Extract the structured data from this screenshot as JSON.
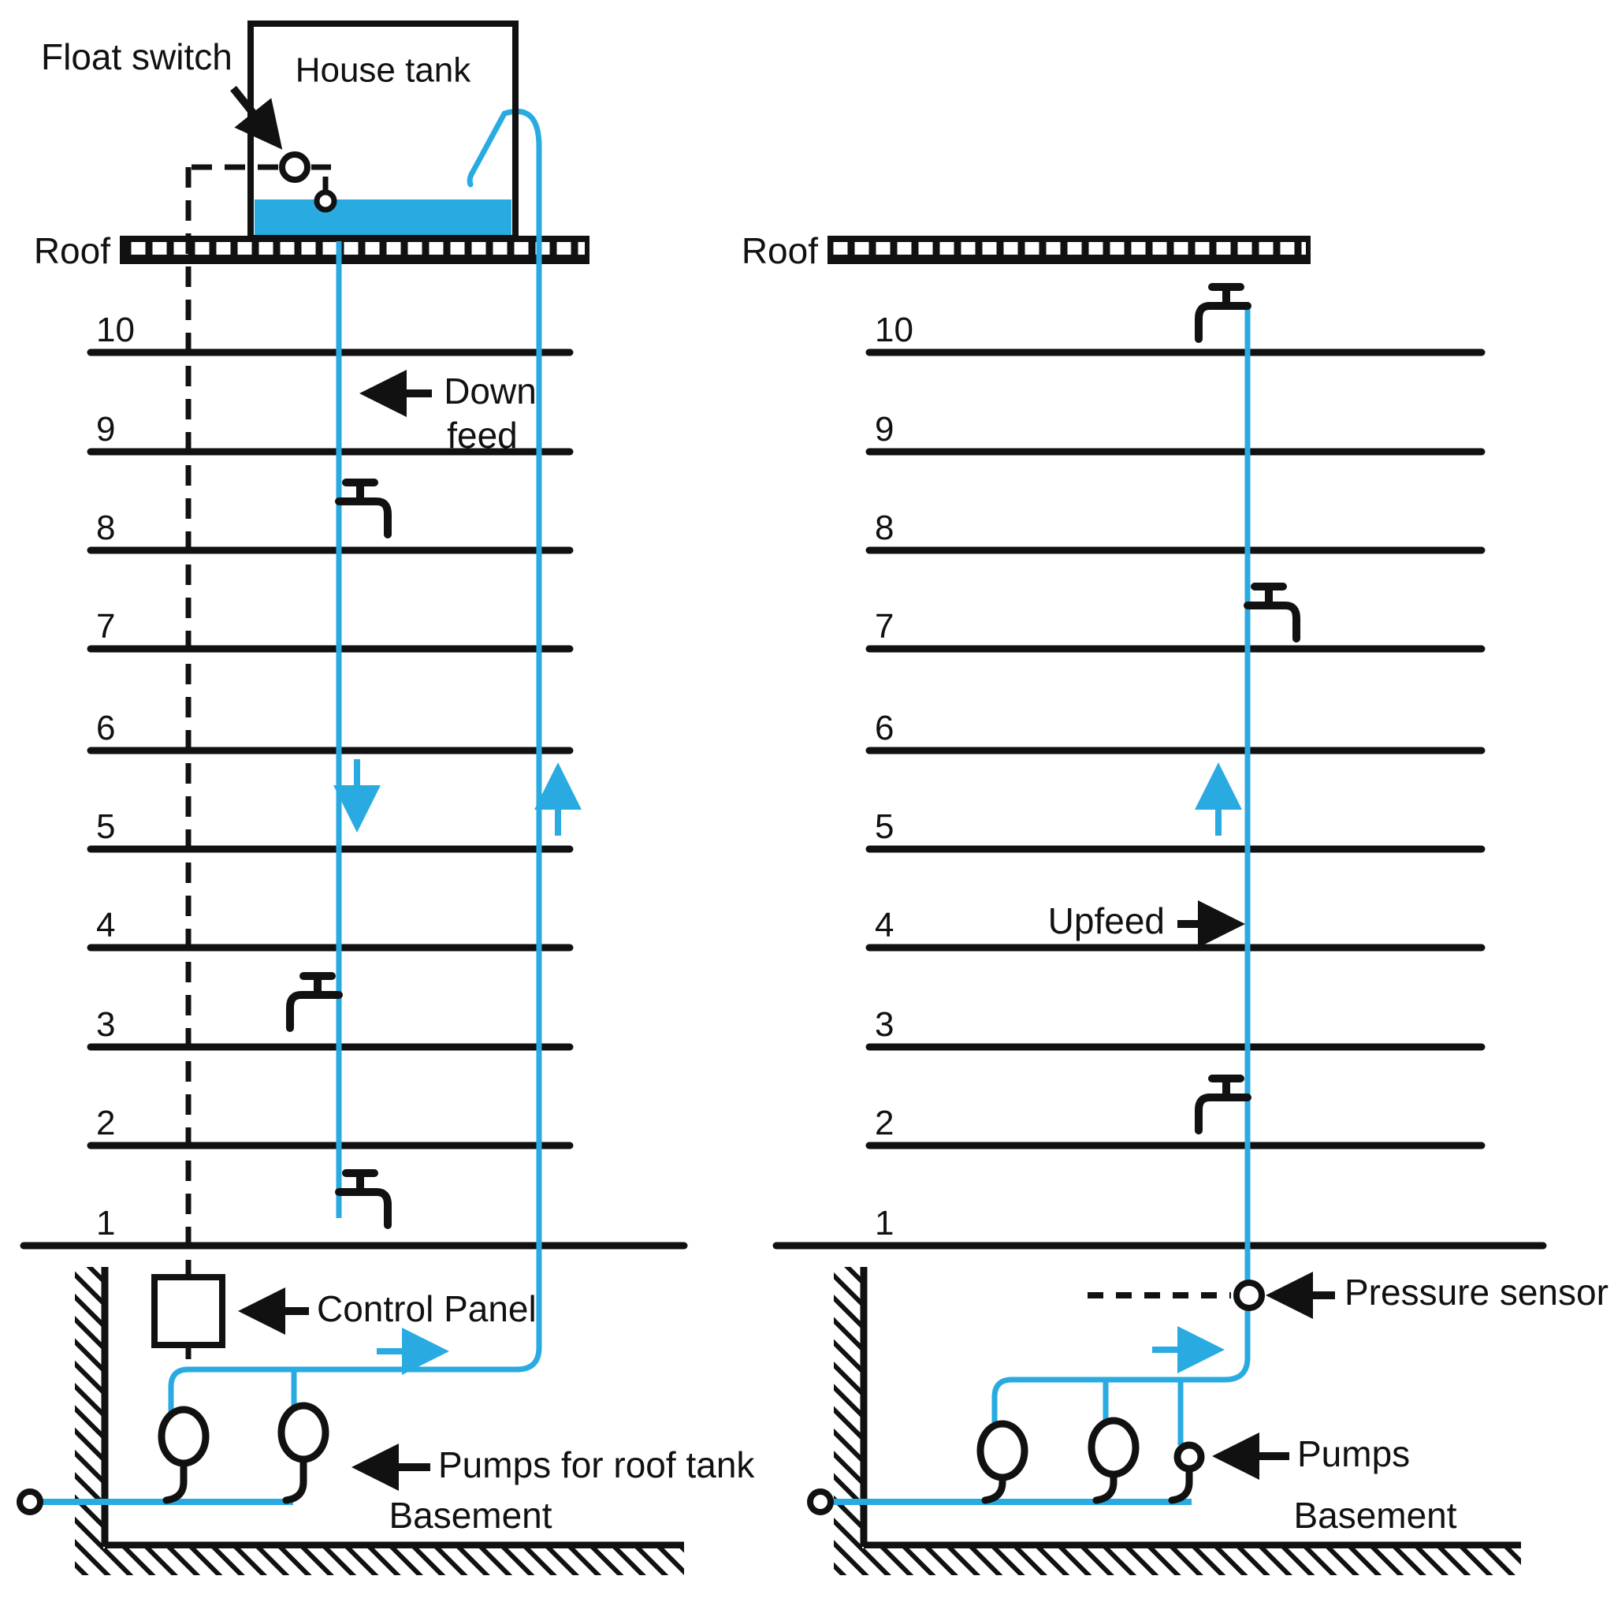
{
  "left": {
    "roof_label": "Roof",
    "tank_label": "House tank",
    "float_switch_label": "Float switch",
    "downfeed_label_line1": "Down",
    "downfeed_label_line2": "feed",
    "control_panel_label": "Control Panel",
    "pumps_label": "Pumps for roof tank",
    "basement_label": "Basement",
    "floor_labels": [
      "10",
      "9",
      "8",
      "7",
      "6",
      "5",
      "4",
      "3",
      "2",
      "1"
    ]
  },
  "right": {
    "roof_label": "Roof",
    "upfeed_label": "Upfeed",
    "pressure_sensor_label": "Pressure sensor",
    "pumps_label": "Pumps",
    "basement_label": "Basement",
    "floor_labels": [
      "10",
      "9",
      "8",
      "7",
      "6",
      "5",
      "4",
      "3",
      "2",
      "1"
    ]
  },
  "colors": {
    "pipe_blue": "#29ABE2",
    "ink": "#111111"
  }
}
